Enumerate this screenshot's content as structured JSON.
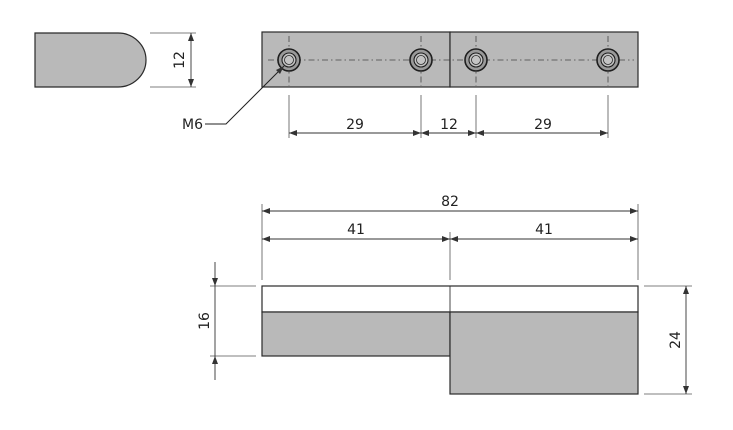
{
  "drawing": {
    "side_view": {
      "height_dim": "12"
    },
    "top_view": {
      "callout": "M6",
      "dims": {
        "left_spacing": "29",
        "center_gap": "12",
        "right_spacing": "29"
      },
      "holes": [
        "hole",
        "hole",
        "hole",
        "hole"
      ]
    },
    "front_view": {
      "dims": {
        "overall_width": "82",
        "left_half": "41",
        "right_half": "41",
        "left_height": "16",
        "right_height": "24"
      }
    }
  }
}
